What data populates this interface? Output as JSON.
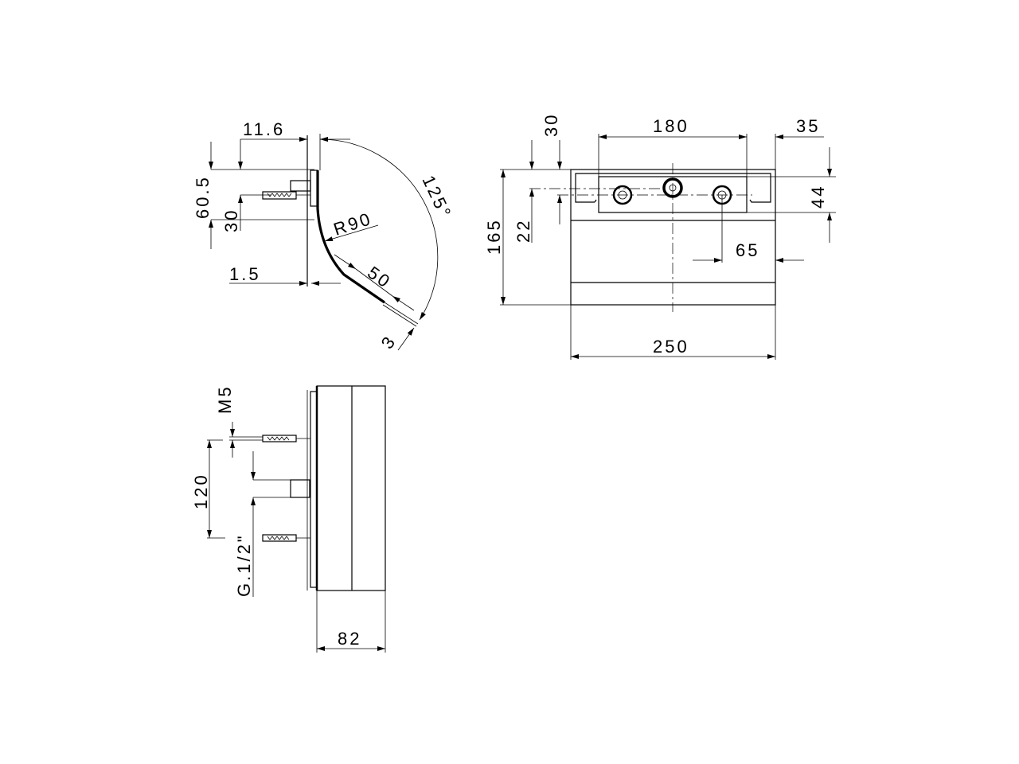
{
  "side_view": {
    "dim_offset": "11.6",
    "dim_height": "60.5",
    "dim_anchor": "30",
    "dim_radius": "R90",
    "dim_length": "50",
    "dim_thickness": "1.5",
    "dim_edge": "3",
    "dim_angle": "125°"
  },
  "front_view": {
    "dim_spacing": "180",
    "dim_right": "35",
    "dim_top": "30",
    "dim_bracket": "44",
    "dim_inlet": "22",
    "dim_height": "165",
    "dim_hole": "65",
    "dim_width": "250"
  },
  "bottom_view": {
    "dim_thread": "M5",
    "dim_fix": "120",
    "dim_pipe": "G.1/2\"",
    "dim_depth": "82"
  }
}
